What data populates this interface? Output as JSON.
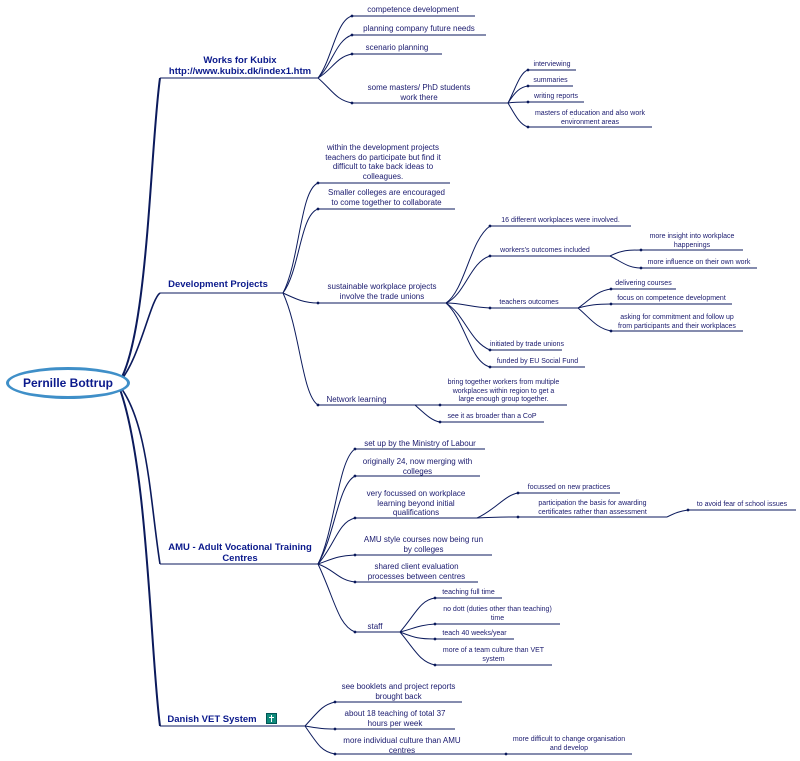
{
  "root": "Pernille Bottrup",
  "kubix": {
    "title_line1": "Works for Kubix",
    "title_line2": "http://www.kubix.dk/index1.htm",
    "items": [
      "competence development",
      "planning company future needs",
      "scenario planning"
    ],
    "students_line1": "some masters/ PhD students",
    "students_line2": "work there",
    "sub": [
      "interviewing",
      "summaries",
      "writing reports"
    ],
    "masters_line1": "masters of education and also work",
    "masters_line2": "environment areas"
  },
  "dev": {
    "title": "Development Projects",
    "within": [
      "within the development projects",
      "teachers do participate but find it",
      "difficult to take back ideas to",
      "colleagues."
    ],
    "smaller": [
      "Smaller colleges are encouraged",
      "to come together to collaborate"
    ],
    "sustainable": [
      "sustainable workplace projects",
      "involve the trade unions"
    ],
    "sixteen": "16 different workplaces were involved.",
    "workers": "workers's outcomes included",
    "insight": [
      "more insight into workplace",
      "happenings"
    ],
    "influence": "more influence on their own work",
    "teachers": "teachers outcomes",
    "delivering": "delivering courses",
    "focus": "focus on competence development",
    "asking": [
      "asking for commitment and follow up",
      "from participants and their workplaces"
    ],
    "initiated": "initiated by trade unions",
    "funded": "funded by EU Social Fund",
    "network": "Network learning",
    "bring": [
      "bring together workers from multiple",
      "workplaces within region to get a",
      "large enough group together."
    ],
    "cop": "see it as broader than a CoP"
  },
  "amu": {
    "title_line1": "AMU - Adult Vocational Training",
    "title_line2": "Centres",
    "setup": "set up by the Ministry of Labour",
    "originally": [
      "originally 24, now merging with",
      "colleges"
    ],
    "focussed": [
      "very focussed on workplace",
      "learning beyond initial",
      "qualifications"
    ],
    "newpractices": "focussed on new practices",
    "participation": [
      "participation the basis for awarding",
      "certificates rather than assessment"
    ],
    "fear": "to avoid fear of school issues",
    "style": [
      "AMU style courses now being run",
      "by colleges"
    ],
    "shared": [
      "shared client evaluation",
      "processes between centres"
    ],
    "staff": "staff",
    "fulltime": "teaching full time",
    "nodott": [
      "no dott (duties other than teaching)",
      "time"
    ],
    "weeks": "teach 40 weeks/year",
    "culture": [
      "more of a team culture than VET",
      "system"
    ]
  },
  "vet": {
    "title": "Danish VET System",
    "booklets": [
      "see booklets and project reports",
      "brought back"
    ],
    "hours": [
      "about 18 teaching of total 37",
      "hours per week"
    ],
    "individual": [
      "more individual culture than AMU",
      "centres"
    ],
    "difficult": [
      "more difficult to change organisation",
      "and develop"
    ]
  },
  "colors": {
    "line": "#0b1a5c",
    "text": "#1a1a6e",
    "title": "#0b1a8c",
    "root_border": "#3f8fc8",
    "icon": "#0e8a7a"
  }
}
